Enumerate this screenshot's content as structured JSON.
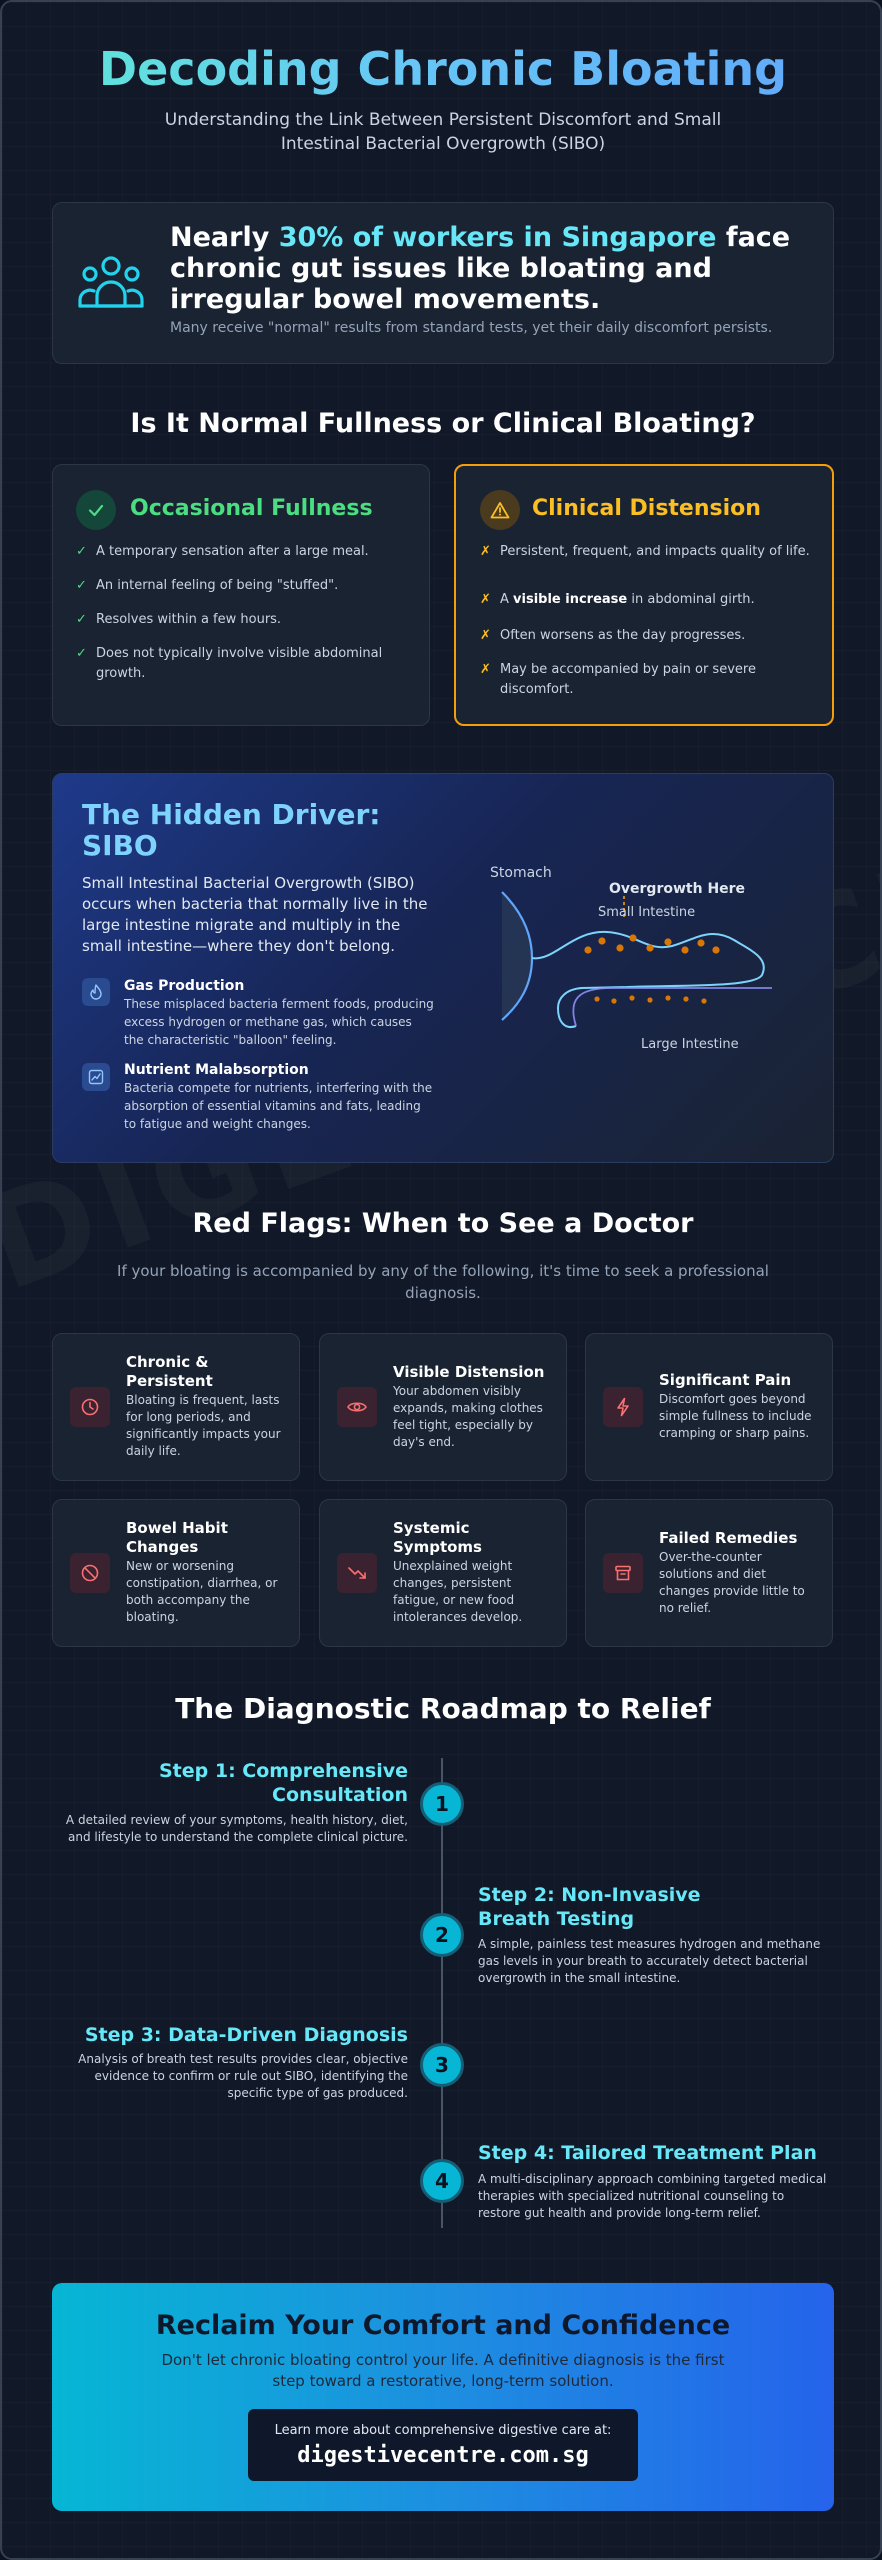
{
  "header": {
    "title": "Decoding Chronic Bloating",
    "subtitle": "Understanding the Link Between Persistent Discomfort and Small Intestinal Bacterial Overgrowth (SIBO)"
  },
  "watermark": "DIGESTIVECENTRE.COM",
  "stat": {
    "head_pre": "Nearly ",
    "head_highlight": "30% of workers in Singapore",
    "head_post": " face chronic gut issues like bloating and irregular bowel movements.",
    "sub": "Many receive \"normal\" results from standard tests, yet their daily discomfort persists.",
    "icon": "users-group-icon"
  },
  "compare": {
    "title": "Is It Normal Fullness or Clinical Bloating?",
    "left": {
      "title": "Occasional Fullness",
      "items": [
        "A temporary sensation after a large meal.",
        "An internal feeling of being \"stuffed\".",
        "Resolves within a few hours.",
        "Does not typically involve visible abdominal growth."
      ]
    },
    "right": {
      "title": "Clinical Distension",
      "items": [
        "Persistent, frequent, and impacts quality of life.",
        "A visible increase in abdominal girth.",
        "Often worsens as the day progresses.",
        "May be accompanied by pain or severe discomfort."
      ],
      "item2_pre": "A ",
      "item2_bold": "visible increase",
      "item2_post": " in abdominal girth."
    }
  },
  "sibo": {
    "title": "The Hidden Driver: SIBO",
    "description": "Small Intestinal Bacterial Overgrowth (SIBO) occurs when bacteria that normally live in the large intestine migrate and multiply in the small intestine—where they don't belong.",
    "features": [
      {
        "title": "Gas Production",
        "text": "These misplaced bacteria ferment foods, producing excess hydrogen or methane gas, which causes the characteristic \"balloon\" feeling."
      },
      {
        "title": "Nutrient Malabsorption",
        "text": "Bacteria compete for nutrients, interfering with the absorption of essential vitamins and fats, leading to fatigue and weight changes."
      }
    ],
    "diagram": {
      "stomach": "Stomach",
      "overgrowth": "Overgrowth Here",
      "small_intestine": "Small Intestine",
      "large_intestine": "Large Intestine"
    }
  },
  "red_flags": {
    "title": "Red Flags: When to See a Doctor",
    "subtitle": "If your bloating is accompanied by any of the following, it's time to seek a professional diagnosis.",
    "cards": [
      {
        "title": "Chronic & Persistent",
        "text": "Bloating is frequent, lasts for long periods, and significantly impacts your daily life.",
        "icon": "clock-icon"
      },
      {
        "title": "Visible Distension",
        "text": "Your abdomen visibly expands, making clothes feel tight, especially by day's end.",
        "icon": "eye-icon"
      },
      {
        "title": "Significant Pain",
        "text": "Discomfort goes beyond simple fullness to include cramping or sharp pains.",
        "icon": "lightning-icon"
      },
      {
        "title": "Bowel Habit Changes",
        "text": "New or worsening constipation, diarrhea, or both accompany the bloating.",
        "icon": "ban-icon"
      },
      {
        "title": "Systemic Symptoms",
        "text": "Unexplained weight changes, persistent fatigue, or new food intolerances develop.",
        "icon": "trend-down-icon"
      },
      {
        "title": "Failed Remedies",
        "text": "Over-the-counter solutions and diet changes provide little to no relief.",
        "icon": "archive-icon"
      }
    ]
  },
  "roadmap": {
    "title": "The Diagnostic Roadmap to Relief",
    "steps": [
      {
        "num": "1",
        "title": "Step 1: Comprehensive Consultation",
        "text": "A detailed review of your symptoms, health history, diet, and lifestyle to understand the complete clinical picture."
      },
      {
        "num": "2",
        "title": "Step 2: Non-Invasive Breath Testing",
        "text": "A simple, painless test measures hydrogen and methane gas levels in your breath to accurately detect bacterial overgrowth in the small intestine."
      },
      {
        "num": "3",
        "title": "Step 3: Data-Driven Diagnosis",
        "text": "Analysis of breath test results provides clear, objective evidence to confirm or rule out SIBO, identifying the specific type of gas produced."
      },
      {
        "num": "4",
        "title": "Step 4: Tailored Treatment Plan",
        "text": "A multi-disciplinary approach combining targeted medical therapies with specialized nutritional counseling to restore gut health and provide long-term relief."
      }
    ]
  },
  "cta": {
    "title": "Reclaim Your Comfort and Confidence",
    "subtitle": "Don't let chronic bloating control your life. A definitive diagnosis is the first step toward a restorative, long-term solution.",
    "small": "Learn more about comprehensive digestive care at:",
    "url": "digestivecentre.com.sg"
  },
  "colors": {
    "accent_cyan": "#67e8f9",
    "green": "#4ade80",
    "amber": "#fbbf24",
    "red_flag": "#f87171",
    "background": "#111827"
  }
}
